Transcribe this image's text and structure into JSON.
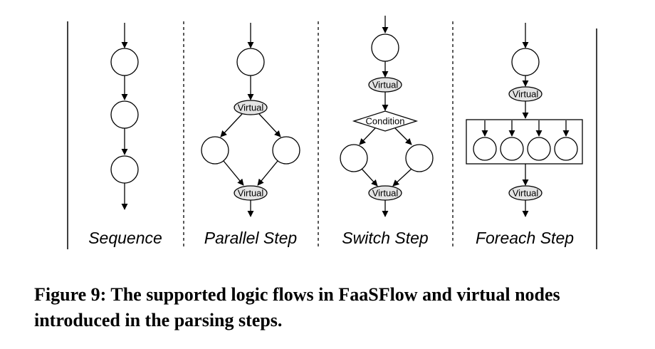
{
  "panels": [
    {
      "label": "Sequence"
    },
    {
      "label": "Parallel Step"
    },
    {
      "label": "Switch Step"
    },
    {
      "label": "Foreach Step"
    }
  ],
  "virtual_node_label": "Virtual",
  "condition_node_label": "Condition",
  "caption": "Figure 9: The supported logic flows in FaaSFlow and virtual nodes introduced in the parsing steps.",
  "colors": {
    "virtual_fill": "#e4e4e4",
    "stroke": "#000000"
  }
}
